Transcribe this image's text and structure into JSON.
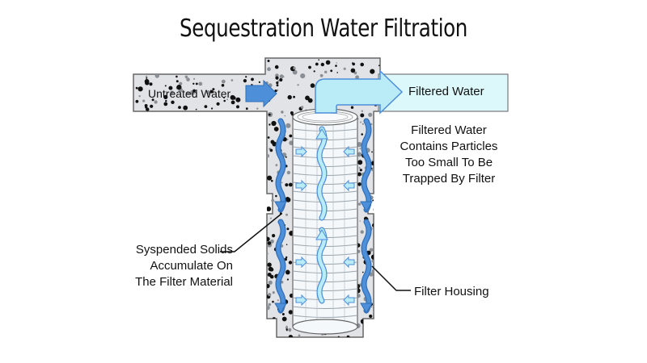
{
  "diagram": {
    "title": "Sequestration Water Filtration",
    "labels": {
      "untreated_water": "Untreated Water",
      "filtered_water": "Filtered Water",
      "note_line1": "Filtered Water",
      "note_line2": "Contains Particles",
      "note_line3": "Too Small To Be",
      "note_line4": "Trapped By Filter",
      "solids_line1": "Syspended Solids",
      "solids_line2": "Accumulate On",
      "solids_line3": "The Filter Material",
      "filter_housing": "Filter Housing"
    },
    "colors": {
      "housing_fill": "#e2e3e6",
      "outlet_fill": "#dcf8fb",
      "arrow_blue": "#4d8fd8",
      "arrow_light": "#b9ecf6",
      "particle": "#111111",
      "outline": "#555555"
    }
  }
}
